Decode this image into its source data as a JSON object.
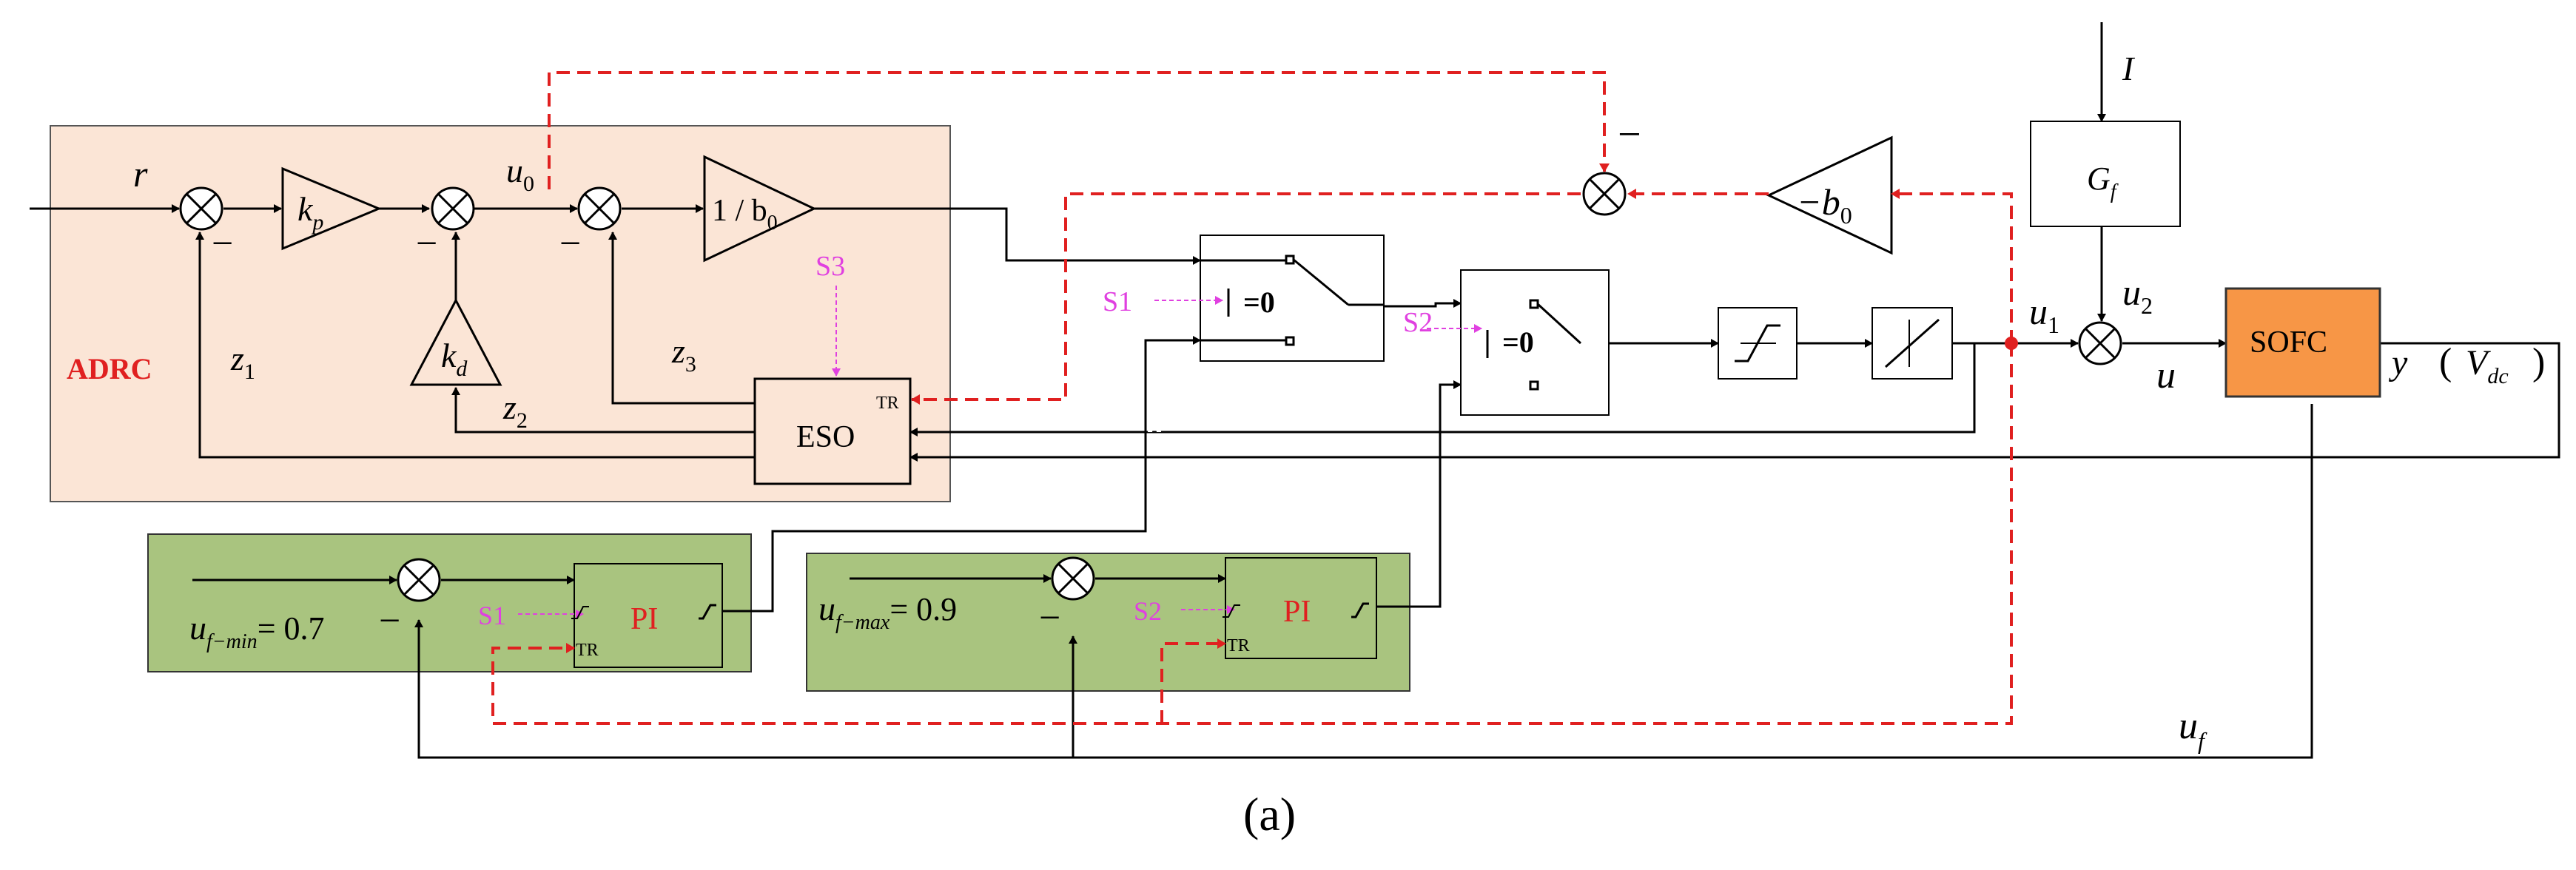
{
  "labels": {
    "r": "r",
    "kp": "k",
    "kp_sub": "p",
    "kd": "k",
    "kd_sub": "d",
    "u0": "u",
    "u0_sub": "0",
    "inv_b0": "1 / b",
    "inv_b0_sub": "0",
    "neg_b0": "−b",
    "neg_b0_sub": "0",
    "adrc": "ADRC",
    "eso": "ESO",
    "eso_tr": "TR",
    "s3": "S3",
    "z1": "z",
    "z1_sub": "1",
    "z2": "z",
    "z2_sub": "2",
    "z3": "z",
    "z3_sub": "3",
    "switch1_s": "S1",
    "switch2_s": "S2",
    "switch_zero": "=0",
    "gf": "G",
    "gf_sub": "f",
    "current": "I",
    "u1": "u",
    "u1_sub": "1",
    "u2": "u",
    "u2_sub": "2",
    "u": "u",
    "sofc": "SOFC",
    "y": "y",
    "vdc_open": "(",
    "vdc": "V",
    "vdc_sub": "dc",
    "vdc_close": ")",
    "uf": "u",
    "uf_sub": "f",
    "ufmin": "u",
    "ufmin_sub": "f−min",
    "ufmin_val": "= 0.7",
    "ufmax": "u",
    "ufmax_sub": "f−max",
    "ufmax_val": "= 0.9",
    "pi1": "PI",
    "pi2": "PI",
    "pi1_s": "S1",
    "pi2_s": "S2",
    "pi_tr": "TR",
    "minus": "−",
    "caption": "(a)"
  },
  "colors": {
    "adrc_bg": "#fbe5d6",
    "pi_bg": "#a9c47f",
    "sofc_fill": "#f79646",
    "signal_red": "#e02020",
    "switch_magenta": "#e040e0",
    "line": "#000000"
  }
}
